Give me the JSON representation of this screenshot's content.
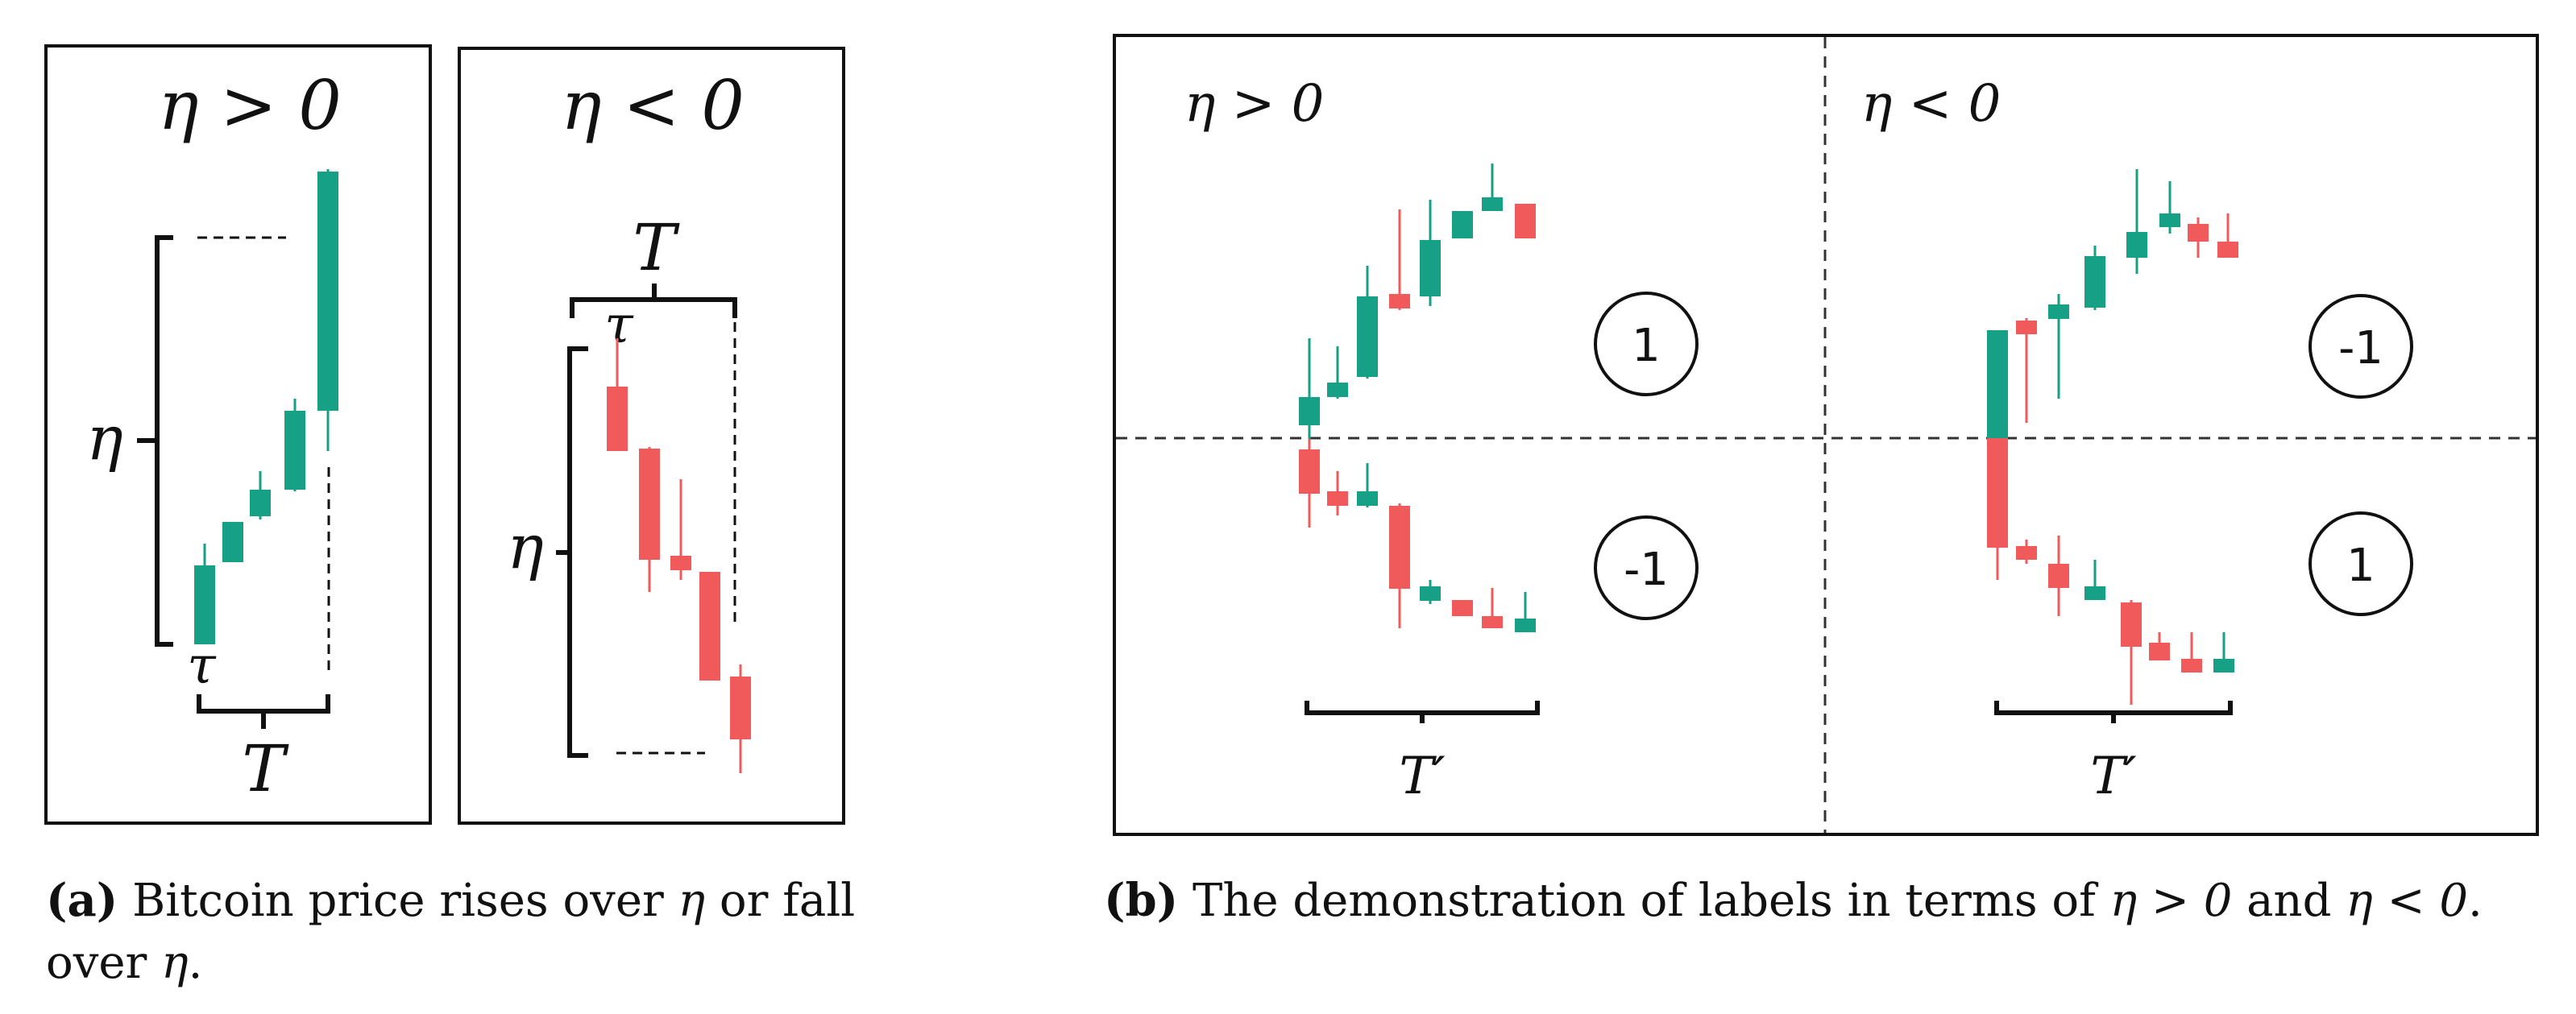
{
  "colors": {
    "up": "#16a085",
    "down": "#f05a5b",
    "frame": "#111111",
    "dash": "#333333"
  },
  "panel_a": {
    "left": {
      "title": "η > 0",
      "eta_label": "η",
      "tau_label": "τ",
      "T_label": "T",
      "candles": [
        {
          "dir": "up"
        },
        {
          "dir": "up"
        },
        {
          "dir": "up"
        },
        {
          "dir": "up"
        },
        {
          "dir": "up"
        }
      ]
    },
    "right": {
      "title": "η < 0",
      "eta_label": "η",
      "tau_label": "τ",
      "T_label": "T",
      "candles": [
        {
          "dir": "down"
        },
        {
          "dir": "down"
        },
        {
          "dir": "down"
        },
        {
          "dir": "down"
        },
        {
          "dir": "down"
        }
      ]
    },
    "caption": {
      "letter": "a",
      "line1_pre": "Bitcoin price rises over",
      "line1_sym": "η",
      "line1_post": "or fall",
      "line2_pre": "over",
      "line2_sym": "η",
      "line2_post": "."
    }
  },
  "panel_b": {
    "left_title": "η > 0",
    "right_title": "η < 0",
    "left_upper_label": "1",
    "left_lower_label": "-1",
    "right_upper_label": "-1",
    "right_lower_label": "1",
    "left_T_label": "T′",
    "right_T_label": "T′",
    "caption": {
      "letter": "b",
      "pre": "The demonstration of labels in terms of",
      "sym1": "η > 0",
      "mid": "and",
      "sym2": "η < 0",
      "post": "."
    }
  }
}
